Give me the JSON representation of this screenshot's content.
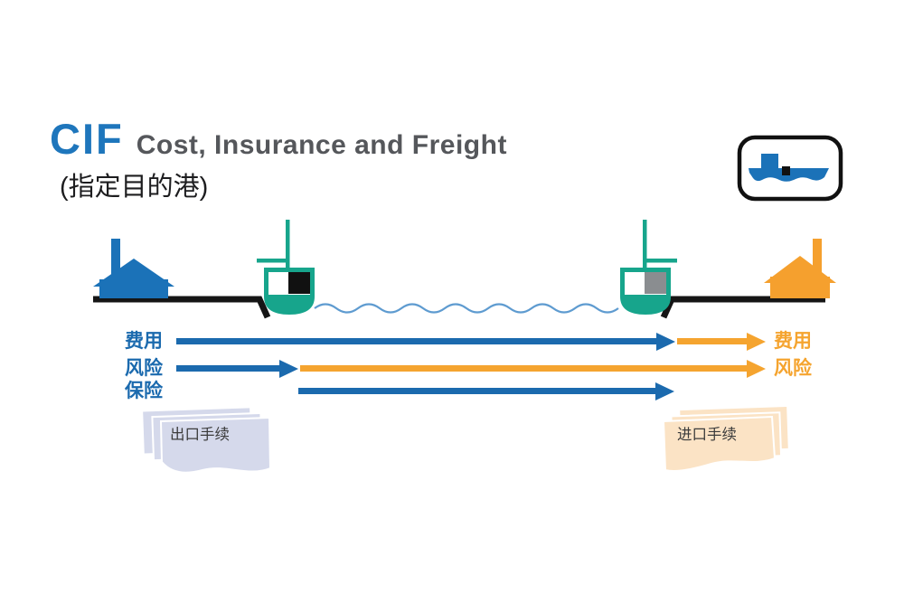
{
  "title": {
    "acronym": "CIF",
    "full_name": "Cost, Insurance and Freight",
    "subtitle_cn": "(指定目的港)"
  },
  "badge": {
    "icon": "cargo-ship-icon"
  },
  "arrows": {
    "cost_row": {
      "left_label": "费用",
      "right_label": "费用"
    },
    "risk_row": {
      "left_label": "风险",
      "right_label": "风险"
    },
    "insurance_row": {
      "left_label": "保险"
    }
  },
  "documents": {
    "export_label": "出口手续",
    "import_label": "进口手续"
  },
  "colors": {
    "brand_blue": "#1E76BC",
    "title_gray": "#55575B",
    "arrow_blue": "#1B6AAE",
    "arrow_orange": "#F5A42F",
    "building_blue": "#1B72B8",
    "building_orange": "#F5A02E",
    "ship_teal": "#17A58C",
    "cargo_black": "#111111",
    "cargo_gray": "#8A8D90",
    "water_blue": "#5E9BD0",
    "ground_black": "#151515",
    "paper_lavender": "#D5D9EB",
    "paper_peach": "#FBE3C5"
  }
}
